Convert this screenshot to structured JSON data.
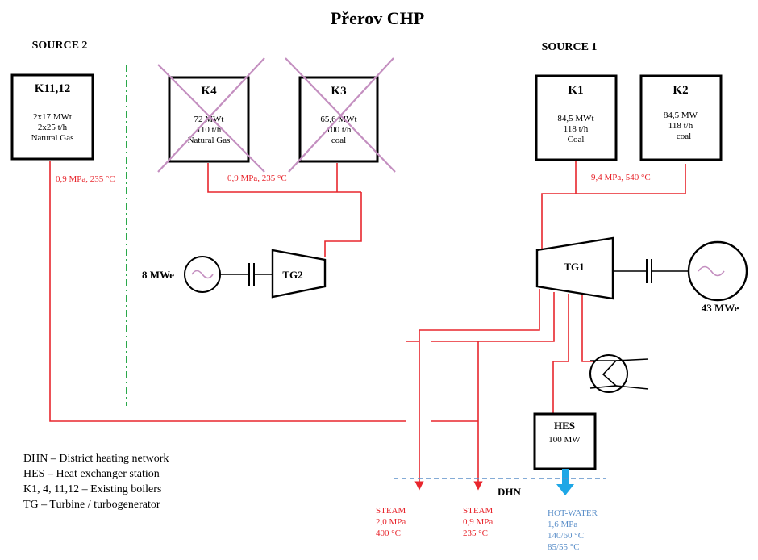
{
  "title": "Přerov CHP",
  "sources": {
    "source2": "SOURCE 2",
    "source1": "SOURCE 1"
  },
  "boilers": {
    "k1112": {
      "name": "K11,12",
      "lines": [
        "2x17 MWt",
        "2x25  t/h",
        "Natural Gas"
      ]
    },
    "k4": {
      "name": "K4",
      "lines": [
        "72 MWt",
        "110 t/h",
        "Natural Gas"
      ]
    },
    "k3": {
      "name": "K3",
      "lines": [
        "65,6 MWt",
        "100 t/h",
        "coal"
      ]
    },
    "k1": {
      "name": "K1",
      "lines": [
        "84,5 MWt",
        "118 t/h",
        "Coal"
      ]
    },
    "k2": {
      "name": "K2",
      "lines": [
        "84,5 MW",
        "118 t/h",
        "coal"
      ]
    }
  },
  "params": {
    "source2": "0,9 MPa, 235 °C",
    "k4k3": "0,9 MPa, 235 °C",
    "k1k2": "9,4 MPa, 540 °C"
  },
  "turbines": {
    "tg2": {
      "name": "TG2",
      "power": "8 MWe"
    },
    "tg1": {
      "name": "TG1",
      "power": "43 MWe"
    }
  },
  "hes": {
    "name": "HES",
    "capacity": "100 MW"
  },
  "dhn": "DHN",
  "outputs": {
    "steam1": [
      "STEAM",
      "2,0 MPa",
      "400 °C"
    ],
    "steam2": [
      "STEAM",
      "0,9 MPa",
      "235 °C"
    ],
    "hotwater": [
      "HOT-WATER",
      "1,6 MPa",
      "140/60 °C",
      "85/55 °C"
    ]
  },
  "legend": [
    "DHN – District heating network",
    "HES – Heat exchanger station",
    "K1, 4, 11,12  – Existing boilers",
    "TG     – Turbine / turbogenerator"
  ],
  "colors": {
    "steam": "#e8262d",
    "hotwater": "#5b8fc9",
    "dhn_line": "#5b8fc9",
    "arrow": "#1ea7e6",
    "cross": "#c48fc0",
    "divider": "#2aa84a"
  }
}
